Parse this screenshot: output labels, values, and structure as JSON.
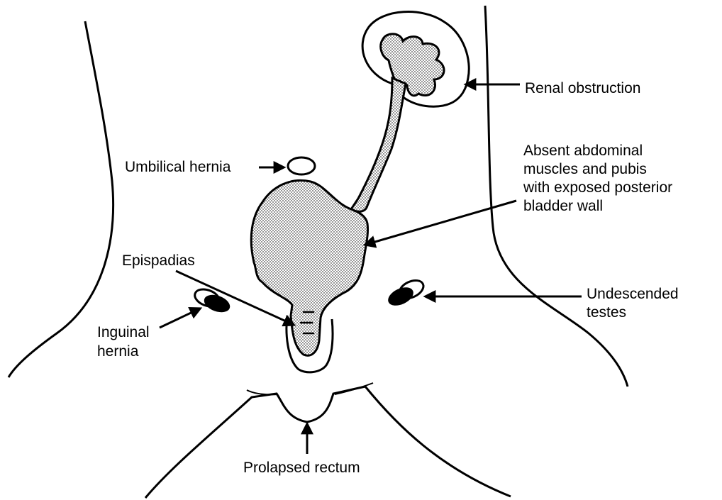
{
  "labels": {
    "renal_obstruction": "Renal obstruction",
    "absent_abdominal_muscles": "Absent abdominal\nmuscles and pubis\nwith exposed posterior\nbladder wall",
    "umbilical_hernia": "Umbilical hernia",
    "epispadias": "Epispadias",
    "inguinal_hernia": "Inguinal\nhernia",
    "undescended_testes": "Undescended\ntestes",
    "prolapsed_rectum": "Prolapsed rectum"
  },
  "colors": {
    "ink": "#000000",
    "stipple": "#000000",
    "background": "#ffffff"
  }
}
